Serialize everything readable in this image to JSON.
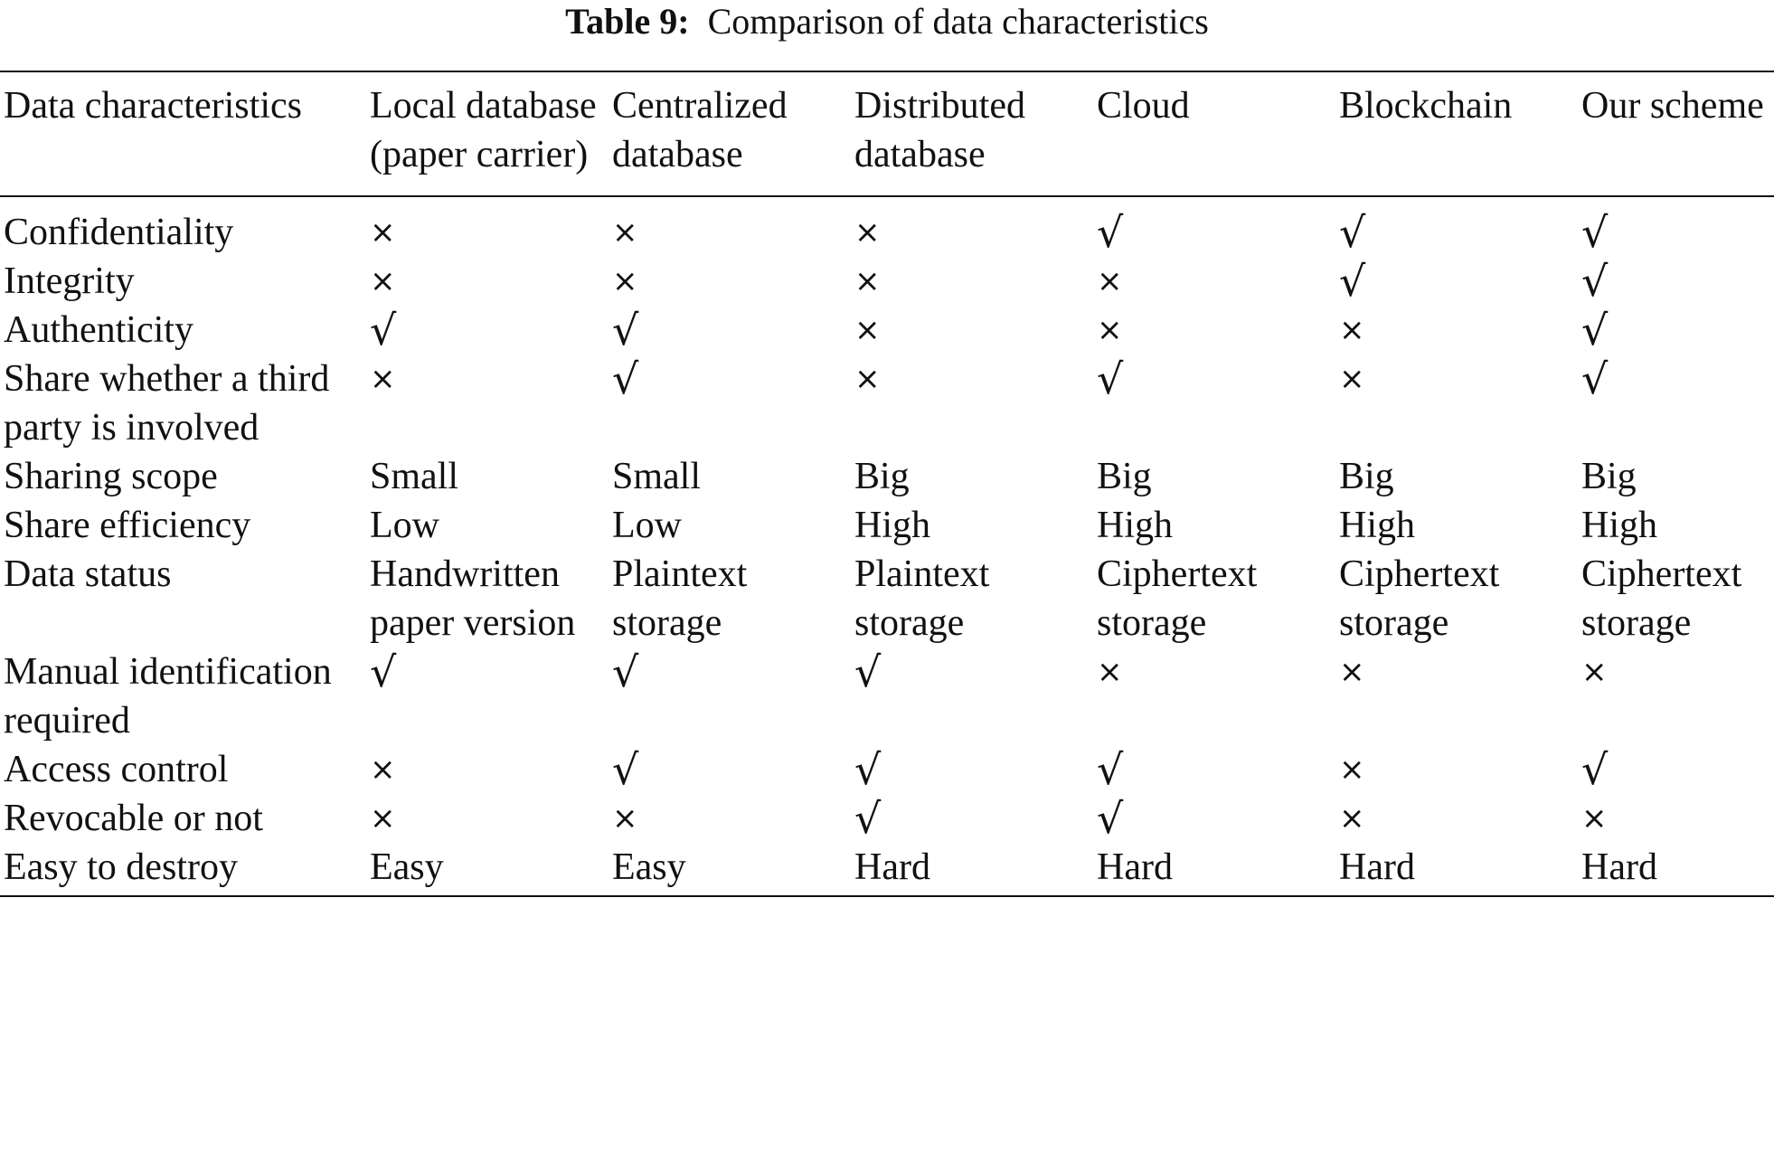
{
  "caption": {
    "label": "Table 9:",
    "text": "Comparison of data characteristics"
  },
  "symbols": {
    "yes": "√",
    "no": "×"
  },
  "header": [
    "Data characteristics",
    "Local database (paper carrier)",
    "Centralized database",
    "Distributed database",
    "Cloud",
    "Blockchain",
    "Our scheme"
  ],
  "rows": [
    {
      "label": "Confidentiality",
      "cells": [
        "×",
        "×",
        "×",
        "√",
        "√",
        "√"
      ]
    },
    {
      "label": "Integrity",
      "cells": [
        "×",
        "×",
        "×",
        "×",
        "√",
        "√"
      ]
    },
    {
      "label": "Authenticity",
      "cells": [
        "√",
        "√",
        "×",
        "×",
        "×",
        "√"
      ]
    },
    {
      "label": "Share whether a third party is involved",
      "cells": [
        "×",
        "√",
        "×",
        "√",
        "×",
        "√"
      ]
    },
    {
      "label": "Sharing scope",
      "cells": [
        "Small",
        "Small",
        "Big",
        "Big",
        "Big",
        "Big"
      ]
    },
    {
      "label": "Share efficiency",
      "cells": [
        "Low",
        "Low",
        "High",
        "High",
        "High",
        "High"
      ]
    },
    {
      "label": "Data status",
      "cells": [
        "Handwritten paper version",
        "Plaintext storage",
        "Plaintext storage",
        "Ciphertext storage",
        "Ciphertext storage",
        "Ciphertext storage"
      ]
    },
    {
      "label": "Manual identification required",
      "cells": [
        "√",
        "√",
        "√",
        "×",
        "×",
        "×"
      ]
    },
    {
      "label": "Access control",
      "cells": [
        "×",
        "√",
        "√",
        "√",
        "×",
        "√"
      ]
    },
    {
      "label": "Revocable or not",
      "cells": [
        "×",
        "×",
        "√",
        "√",
        "×",
        "×"
      ]
    },
    {
      "label": "Easy to destroy",
      "cells": [
        "Easy",
        "Easy",
        "Hard",
        "Hard",
        "Hard",
        "Hard"
      ]
    }
  ]
}
